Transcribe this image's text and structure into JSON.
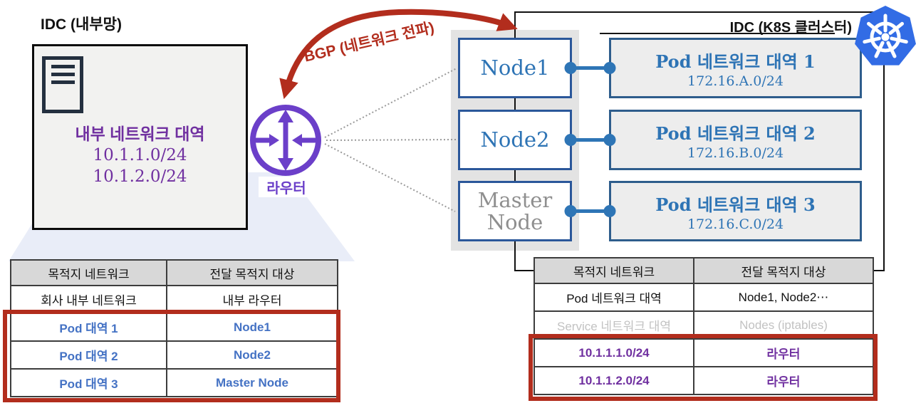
{
  "left_idc": {
    "title": "IDC (내부망)",
    "band_label": "내부 네트워크 대역",
    "cidrs": [
      "10.1.1.0/24",
      "10.1.2.0/24"
    ]
  },
  "router": {
    "label": "라우터"
  },
  "bgp": {
    "label": "BGP (네트워크 전파)"
  },
  "k8s": {
    "title": "IDC (K8S 클러스터)",
    "nodes": [
      "Node1",
      "Node2",
      "Master Node"
    ],
    "pods": [
      {
        "label": "Pod 네트워크 대역 1",
        "cidr": "172.16.A.0/24"
      },
      {
        "label": "Pod 네트워크 대역 2",
        "cidr": "172.16.B.0/24"
      },
      {
        "label": "Pod 네트워크 대역 3",
        "cidr": "172.16.C.0/24"
      }
    ]
  },
  "left_table": {
    "headers": [
      "목적지 네트워크",
      "전달 목적지 대상"
    ],
    "rows": [
      [
        "회사 내부 네트워크",
        "내부 라우터"
      ],
      [
        "Pod 대역 1",
        "Node1"
      ],
      [
        "Pod 대역 2",
        "Node2"
      ],
      [
        "Pod 대역 3",
        "Master Node"
      ]
    ]
  },
  "right_table": {
    "headers": [
      "목적지 네트워크",
      "전달 목적지 대상"
    ],
    "rows": [
      [
        "Pod 네트워크 대역",
        "Node1, Node2⋯"
      ],
      [
        "Service 네트워크 대역",
        "Nodes (iptables)"
      ],
      [
        "10.1.1.1.0/24",
        "라우터"
      ],
      [
        "10.1.1.2.0/24",
        "라우터"
      ]
    ]
  },
  "colors": {
    "purple_text": "#7030A0",
    "router_purple": "#6B3FC9",
    "node_blue_text": "#2E74B5",
    "table_blue_text": "#4472C4",
    "red_accent": "#B22D1D",
    "connector_blue": "#2E75B6",
    "kubernetes_blue": "#326CE5",
    "disabled_gray": "#C2C2C2",
    "master_gray": "#8F8F8F"
  }
}
